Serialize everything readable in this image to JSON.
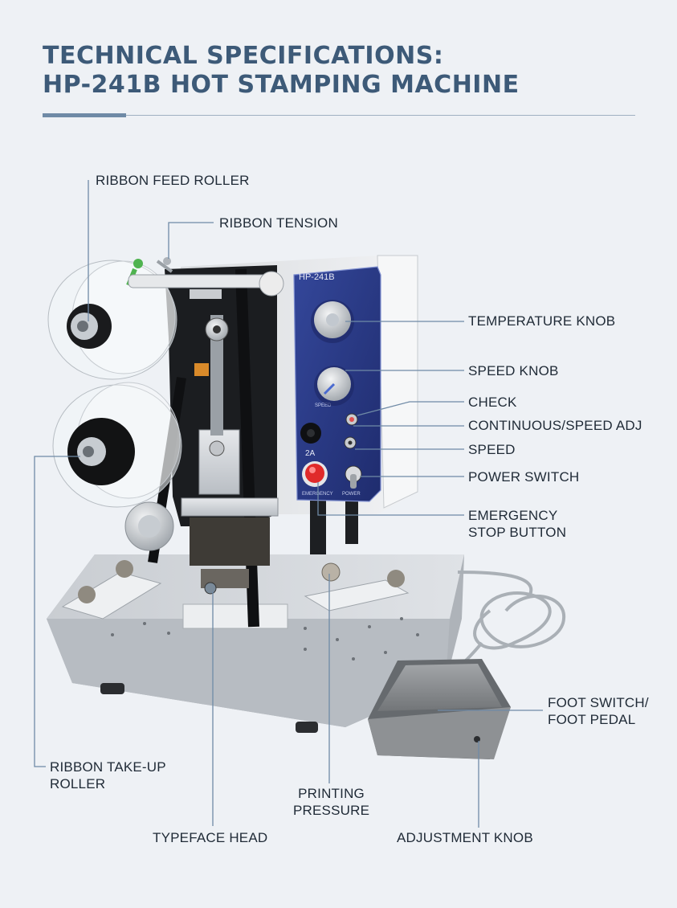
{
  "header": {
    "title_line1": "TECHNICAL SPECIFICATIONS:",
    "title_line2": "HP-241B HOT STAMPING MACHINE"
  },
  "machine": {
    "model_plate": "HP-241B",
    "fuse_rating": "2A",
    "panel_emergency": "EMERGENCY",
    "panel_power": "POWER",
    "panel_speed": "SPEED"
  },
  "callouts": {
    "ribbon_feed_roller": "RIBBON FEED ROLLER",
    "ribbon_tension": "RIBBON TENSION",
    "temperature_knob": "TEMPERATURE KNOB",
    "speed_knob": "SPEED KNOB",
    "check": "CHECK",
    "continuous_speed_adj": "CONTINUOUS/SPEED ADJ",
    "speed": "SPEED",
    "power_switch": "POWER SWITCH",
    "emergency_stop_line1": "EMERGENCY",
    "emergency_stop_line2": "STOP BUTTON",
    "foot_switch_line1": "FOOT SWITCH/",
    "foot_switch_line2": "FOOT PEDAL",
    "ribbon_takeup_line1": "RIBBON TAKE-UP",
    "ribbon_takeup_line2": "ROLLER",
    "printing_pressure_line1": "PRINTING",
    "printing_pressure_line2": "PRESSURE",
    "typeface_head": "TYPEFACE HEAD",
    "adjustment_knob": "ADJUSTMENT KNOB"
  },
  "colors": {
    "title": "#3d5a78",
    "accent_rule": "#6f8aa6",
    "leader_line": "#6f8aa6",
    "control_panel": "#2a3a86"
  }
}
